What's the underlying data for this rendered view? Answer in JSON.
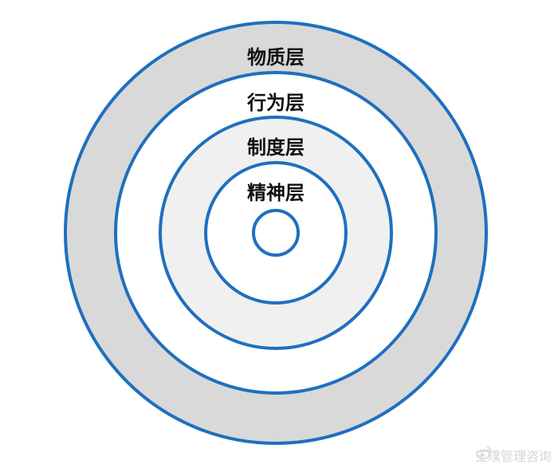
{
  "diagram": {
    "layers": [
      {
        "label": "物质层"
      },
      {
        "label": "行为层"
      },
      {
        "label": "制度层"
      },
      {
        "label": "精神层"
      }
    ],
    "colors": {
      "ring_stroke": "#1f6fbf",
      "outer_fill": "#d9d9d9",
      "second_fill": "#ffffff",
      "third_fill": "#f0f0f0",
      "inner_fill": "#ffffff",
      "core_fill": "#ffffff"
    }
  },
  "watermark": {
    "icon": "weibo-icon",
    "text": "王璞管理咨询"
  }
}
